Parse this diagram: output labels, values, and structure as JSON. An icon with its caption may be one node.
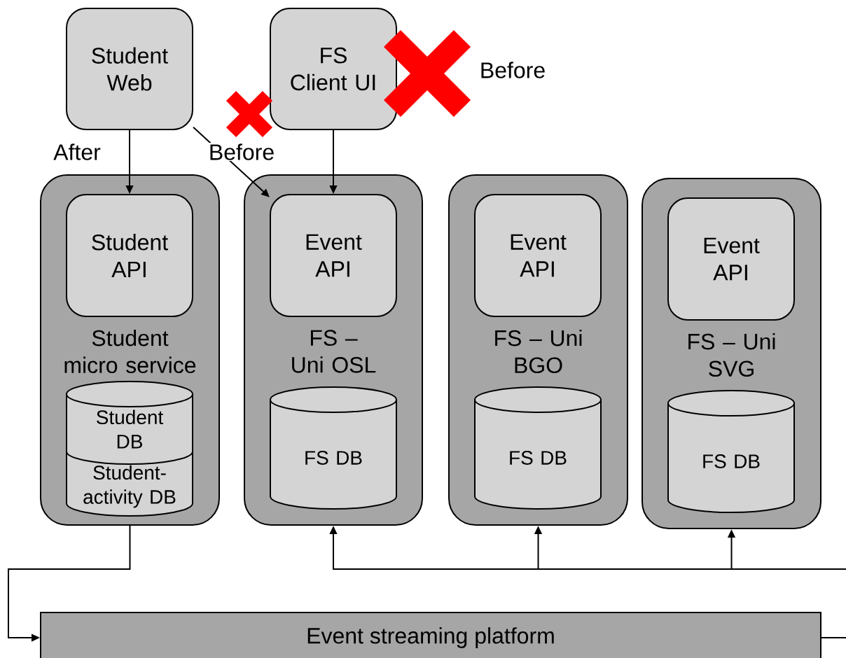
{
  "diagram": {
    "nodes": [
      {
        "text": [
          "Student Web"
        ]
      },
      {
        "text": [
          "FS Client UI"
        ],
        "beside": [
          "Before"
        ]
      },
      {
        "text": [
          "Student micro service"
        ]
      },
      {
        "text": [
          "Student API"
        ],
        "in": 2
      },
      {
        "text": [
          "Student DB",
          "Student-activity DB"
        ],
        "in": 2
      },
      {
        "text": [
          "FS – Uni OSL"
        ]
      },
      {
        "text": [
          "Event API"
        ],
        "in": 5
      },
      {
        "text": [
          "FS DB"
        ],
        "in": 5
      },
      {
        "text": [
          "FS – Uni BGO"
        ]
      },
      {
        "text": [
          "Event API"
        ],
        "in": 8
      },
      {
        "text": [
          "FS DB"
        ],
        "in": 8
      },
      {
        "text": [
          "FS – Uni SVG"
        ]
      },
      {
        "text": [
          "Event API"
        ],
        "in": 11
      },
      {
        "text": [
          "FS DB"
        ],
        "in": 11
      },
      {
        "text": [
          "Event streaming platform"
        ]
      }
    ],
    "edges": [
      {
        "from": 0,
        "to": 3,
        "arrow": "to",
        "label": "After"
      },
      {
        "from": 0,
        "to": 6,
        "arrow": "to",
        "label": "Before"
      },
      {
        "from": 1,
        "to": 6,
        "arrow": "to"
      },
      {
        "from": 2,
        "to": 14,
        "arrow": "to"
      },
      {
        "from": 14,
        "to": 5,
        "arrow": "to"
      },
      {
        "from": 14,
        "to": 8,
        "arrow": "to"
      },
      {
        "from": 14,
        "to": 11,
        "arrow": "to"
      }
    ]
  }
}
